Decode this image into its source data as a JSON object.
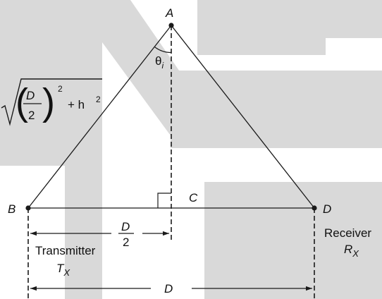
{
  "colors": {
    "background": "#ffffff",
    "watermark": "#d9d9d9",
    "line": "#1a1a1a",
    "text": "#111111"
  },
  "points": {
    "a": "A",
    "b": "B",
    "c": "C",
    "d": "D"
  },
  "angle_label": {
    "symbol": "θ",
    "subscript": "i"
  },
  "slant_formula": {
    "fraction_numerator": "D",
    "fraction_denominator": "2",
    "exponent_1": "2",
    "plus_term": "+ h",
    "exponent_2": "2"
  },
  "half_distance": {
    "numerator": "D",
    "denominator": "2"
  },
  "full_distance": "D",
  "transmitter": {
    "label": "Transmitter",
    "symbol": "T",
    "subscript": "X"
  },
  "receiver": {
    "label": "Receiver",
    "symbol": "R",
    "subscript": "X"
  }
}
